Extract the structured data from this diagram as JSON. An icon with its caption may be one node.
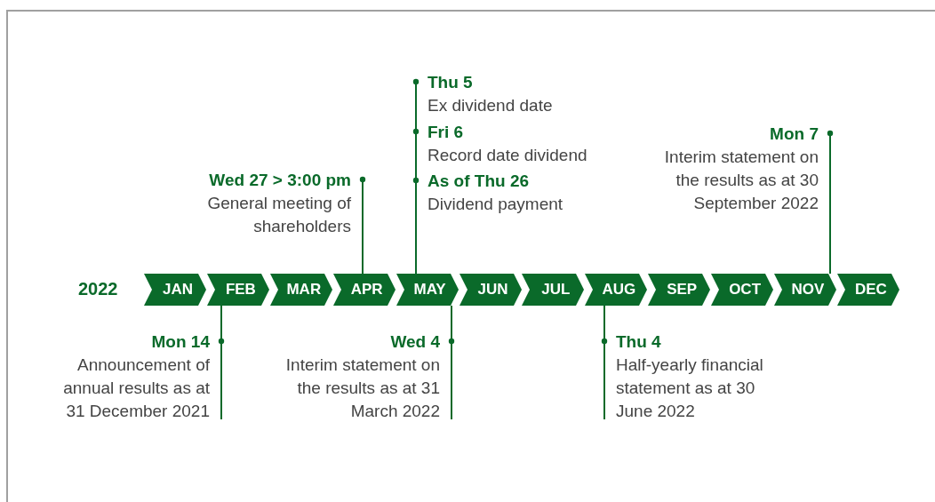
{
  "diagram": {
    "nodes": [
      {
        "text": [
          "JAN"
        ]
      },
      {
        "text": [
          "FEB"
        ]
      },
      {
        "text": [
          "MAR"
        ]
      },
      {
        "text": [
          "APR"
        ]
      },
      {
        "text": [
          "MAY"
        ]
      },
      {
        "text": [
          "JUN"
        ]
      },
      {
        "text": [
          "JUL"
        ]
      },
      {
        "text": [
          "AUG"
        ]
      },
      {
        "text": [
          "SEP"
        ]
      },
      {
        "text": [
          "OCT"
        ]
      },
      {
        "text": [
          "NOV"
        ]
      },
      {
        "text": [
          "DEC"
        ]
      },
      {
        "text": [
          "Thu 5",
          "Ex dividend date"
        ]
      },
      {
        "text": [
          "Fri 6",
          "Record date dividend"
        ]
      },
      {
        "text": [
          "Mon 7",
          "Interim statement on the results as at 30 September 2022"
        ]
      },
      {
        "text": [
          "Wed 27 > 3:00 pm",
          "General meeting of shareholders"
        ]
      },
      {
        "text": [
          "As of Thu 26",
          "Dividend payment"
        ]
      },
      {
        "text": [
          "Mon 14",
          "Announcement of annual results as at 31 December 2021"
        ]
      },
      {
        "text": [
          "Wed 4",
          "Interim statement on the results as at 31 March 2022"
        ]
      },
      {
        "text": [
          "Thu 4",
          "Half-yearly financial statement as at 30 June 2022"
        ]
      }
    ],
    "edges": [
      {
        "from": 12,
        "to": 4,
        "arrow": "other"
      },
      {
        "from": 13,
        "to": 4,
        "arrow": "other"
      },
      {
        "from": 14,
        "to": 10,
        "arrow": "other"
      },
      {
        "from": 15,
        "to": 3,
        "arrow": "other"
      },
      {
        "from": 16,
        "to": 4,
        "arrow": "other"
      },
      {
        "from": 17,
        "to": 1,
        "arrow": "other"
      },
      {
        "from": 18,
        "to": 4,
        "arrow": "other"
      },
      {
        "from": 19,
        "to": 7,
        "arrow": "other"
      }
    ],
    "labels": [
      "2022"
    ]
  }
}
